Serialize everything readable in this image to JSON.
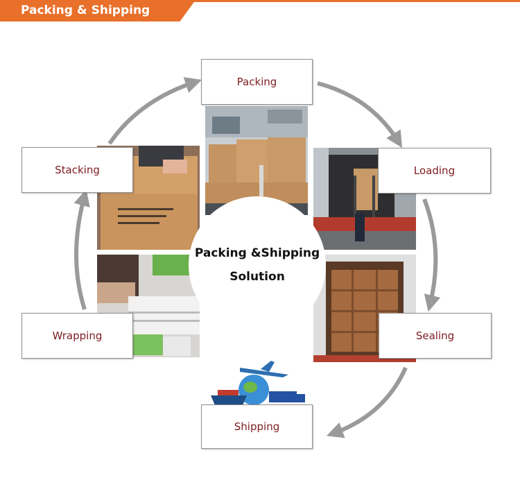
{
  "header": {
    "title": "Packing & Shipping"
  },
  "center": {
    "line1": "Packing &Shipping",
    "line2": "Solution"
  },
  "stages": {
    "packing": "Packing",
    "loading": "Loading",
    "sealing": "Sealing",
    "shipping": "Shipping",
    "wrapping": "Wrapping",
    "stacking": "Stacking"
  },
  "colors": {
    "accent": "#e8702a",
    "label_text": "#7d1b1f",
    "arrow": "#9a9a9a"
  }
}
